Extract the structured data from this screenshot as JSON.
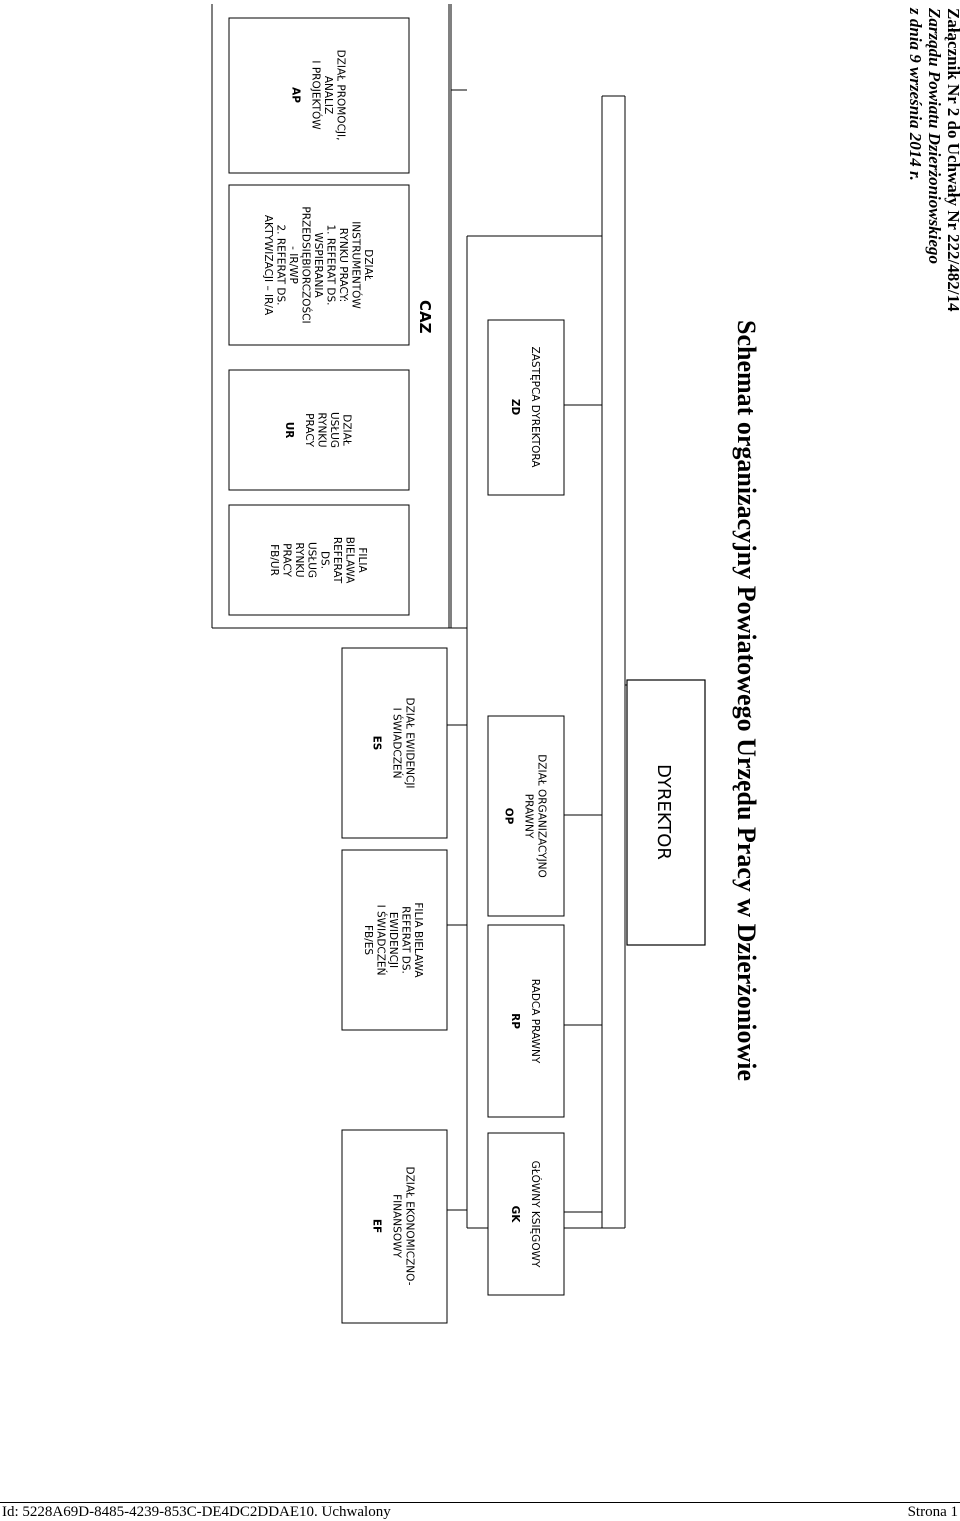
{
  "header": {
    "line1": "Załącznik Nr 2 do Uchwały Nr 222/482/14",
    "line2": "Zarządu Powiatu Dzierżoniowskiego",
    "line3": "z dnia 9 września 2014 r."
  },
  "title": "Schemat organizacyjny Powiatowego Urzędu Pracy w Dzierżoniowie",
  "director": "DYREKTOR",
  "caz_label": "CAZ",
  "boxes": {
    "zd": {
      "lines": [
        "ZASTĘPCA DYREKTORA"
      ],
      "code": "ZD"
    },
    "op": {
      "lines": [
        "DZIAŁ ORGANIZACYJNO",
        "PRAWNY"
      ],
      "code": "OP"
    },
    "rp": {
      "lines": [
        "RADCA PRAWNY"
      ],
      "code": "RP"
    },
    "gk": {
      "lines": [
        "GŁÓWNY KSIĘGOWY"
      ],
      "code": "GK"
    },
    "es": {
      "lines": [
        "DZIAŁ EWIDENCJI",
        "I ŚWIADCZEŃ"
      ],
      "code": "ES"
    },
    "fbes": {
      "lines": [
        "FILIA BIELAWA",
        "REFERAT DS.",
        "EWIDENCJI",
        "I ŚWIADCZEŃ",
        "FB/ES"
      ],
      "code": ""
    },
    "ef": {
      "lines": [
        "DZIAŁ EKONOMICZNO-",
        "FINANSOWY"
      ],
      "code": "EF"
    },
    "ap": {
      "lines": [
        "DZIAŁ PROMOCJI,",
        "ANALIZ",
        "I PROJEKTÓW"
      ],
      "code": "AP"
    },
    "ir": {
      "lines": [
        "DZIAŁ",
        "INSTRUMENTÓW",
        "RYNKU PRACY:",
        "1. REFERAT DS.",
        "WSPIERANIA",
        "PRZEDSIĘBIORCZOŚCI",
        "- IR/WP",
        "2. REFERAT DS.",
        "AKTYWIZACJI – IR/A"
      ],
      "code": ""
    },
    "ur": {
      "lines": [
        "DZIAŁ",
        "USŁUG",
        "RYNKU",
        "PRACY"
      ],
      "code": "UR"
    },
    "fbur": {
      "lines": [
        "FILIA",
        "BIELAWA",
        "REFERAT",
        "DS.",
        "USŁUG",
        "RYNKU",
        "PRACY",
        "FB/UR"
      ],
      "code": ""
    }
  },
  "footer": {
    "id": "Id: 5228A69D-8485-4239-853C-DE4DC2DDAE10. Uchwalony",
    "page": "Strona 1"
  }
}
